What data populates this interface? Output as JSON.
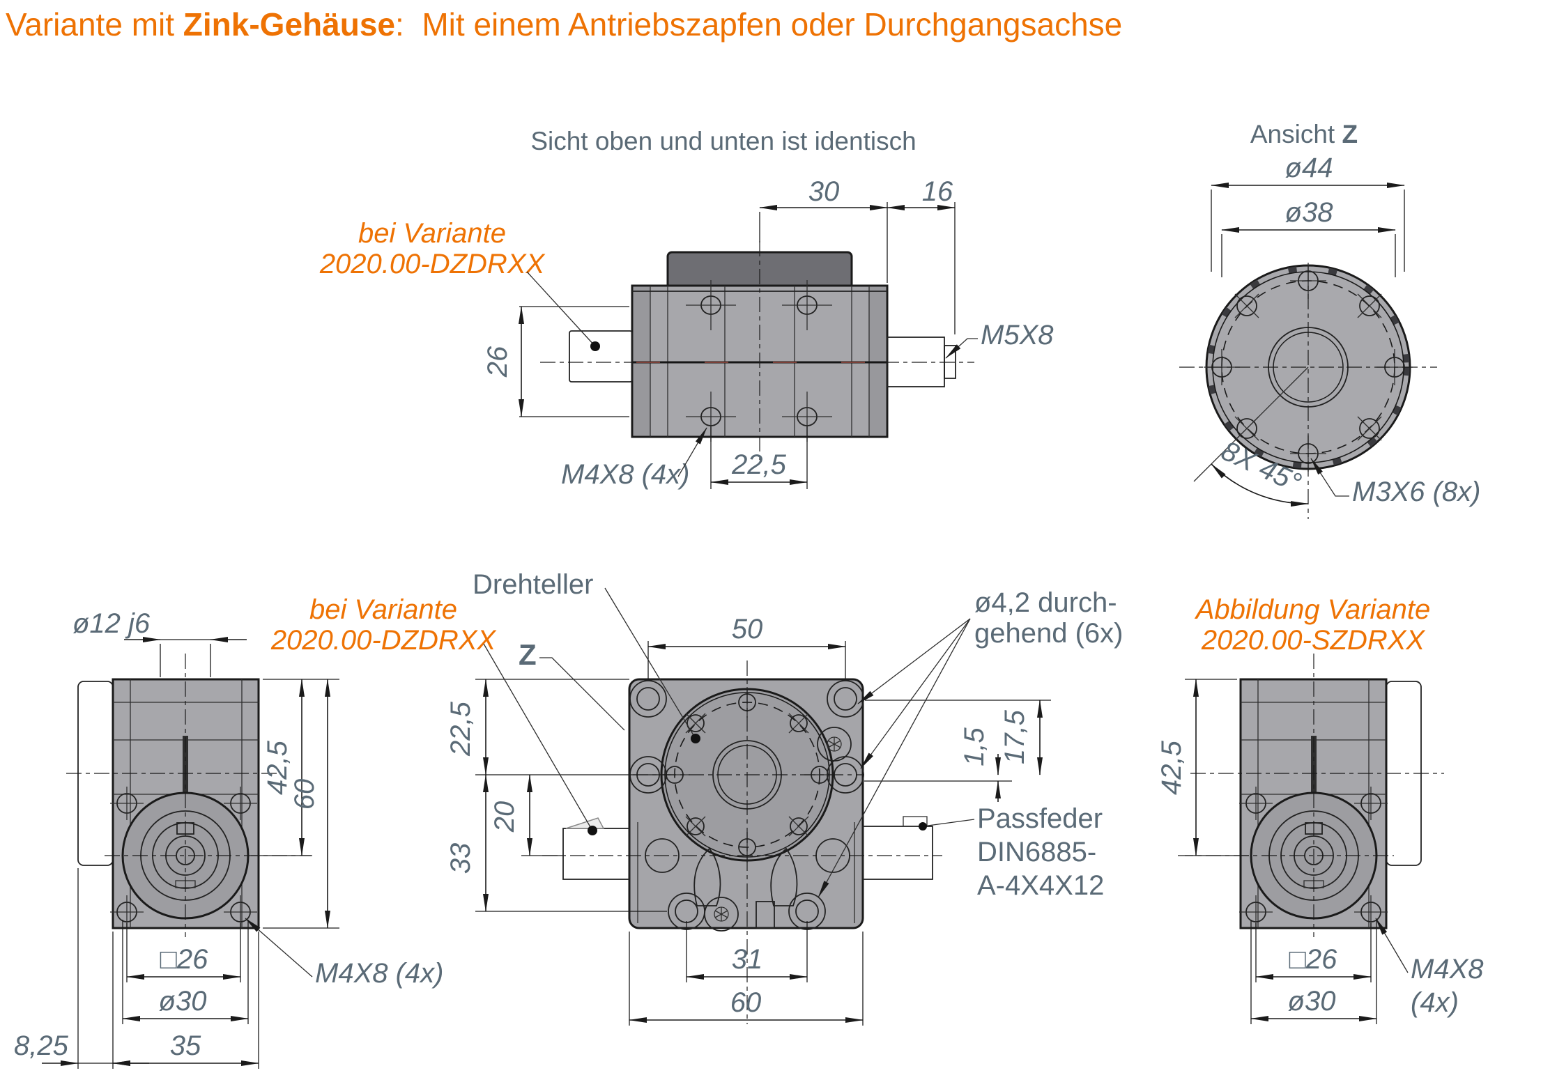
{
  "colors": {
    "accent_orange": "#EE7203",
    "dim_text_slate": "#5A6A76",
    "line_black": "#1A1A1A",
    "body_gray": "#A7A7AB",
    "body_dark_gray": "#6E6E73",
    "shaft_light_gray": "#D9D9DB",
    "face_gray": "#9D9DA1"
  },
  "title": {
    "prefix": "Variante mit ",
    "bold": "Zink-Gehäuse",
    "suffix": ":  Mit einem Antriebszapfen oder Durchgangsachse"
  },
  "top_view": {
    "caption": "Sicht oben und unten ist identisch",
    "note_line1": "bei Variante",
    "note_line2": "2020.00-DZDRXX",
    "dim_30": "30",
    "dim_16": "16",
    "dim_26": "26",
    "dim_22_5": "22,5",
    "label_m4x8": "M4X8 (4x)",
    "label_m5x8": "M5X8"
  },
  "view_z": {
    "caption_prefix": "Ansicht ",
    "caption_z": "Z",
    "dim_d44": "ø44",
    "dim_d38": "ø38",
    "label_8x45": "8X 45°",
    "label_m3x6": "M3X6 (8x)"
  },
  "left_view": {
    "dim_d12": "ø12 j6",
    "dim_42_5": "42,5",
    "dim_60": "60",
    "dim_sq26": "□26",
    "dim_d30": "ø30",
    "dim_35": "35",
    "dim_8_25": "8,25",
    "label_m4x8": "M4X8 (4x)"
  },
  "mid_view": {
    "label_drehteller": "Drehteller",
    "label_z": "Z",
    "note_line1": "bei Variante",
    "note_line2": "2020.00-DZDRXX",
    "dim_50": "50",
    "dim_22_5": "22,5",
    "dim_20": "20",
    "dim_33": "33",
    "dim_31": "31",
    "dim_60": "60",
    "dim_1_5": "1,5",
    "dim_17_5": "17,5",
    "label_hole_line1": "ø4,2 durch-",
    "label_hole_line2": "gehend (6x)",
    "label_passfeder_line1": "Passfeder",
    "label_passfeder_line2": "DIN6885-",
    "label_passfeder_line3": "A-4X4X12"
  },
  "right_view": {
    "note_line1": "Abbildung Variante",
    "note_line2": "2020.00-SZDRXX",
    "dim_42_5": "42,5",
    "dim_sq26": "□26",
    "dim_d30": "ø30",
    "label_m4x8_line1": "M4X8",
    "label_m4x8_line2": "(4x)"
  }
}
